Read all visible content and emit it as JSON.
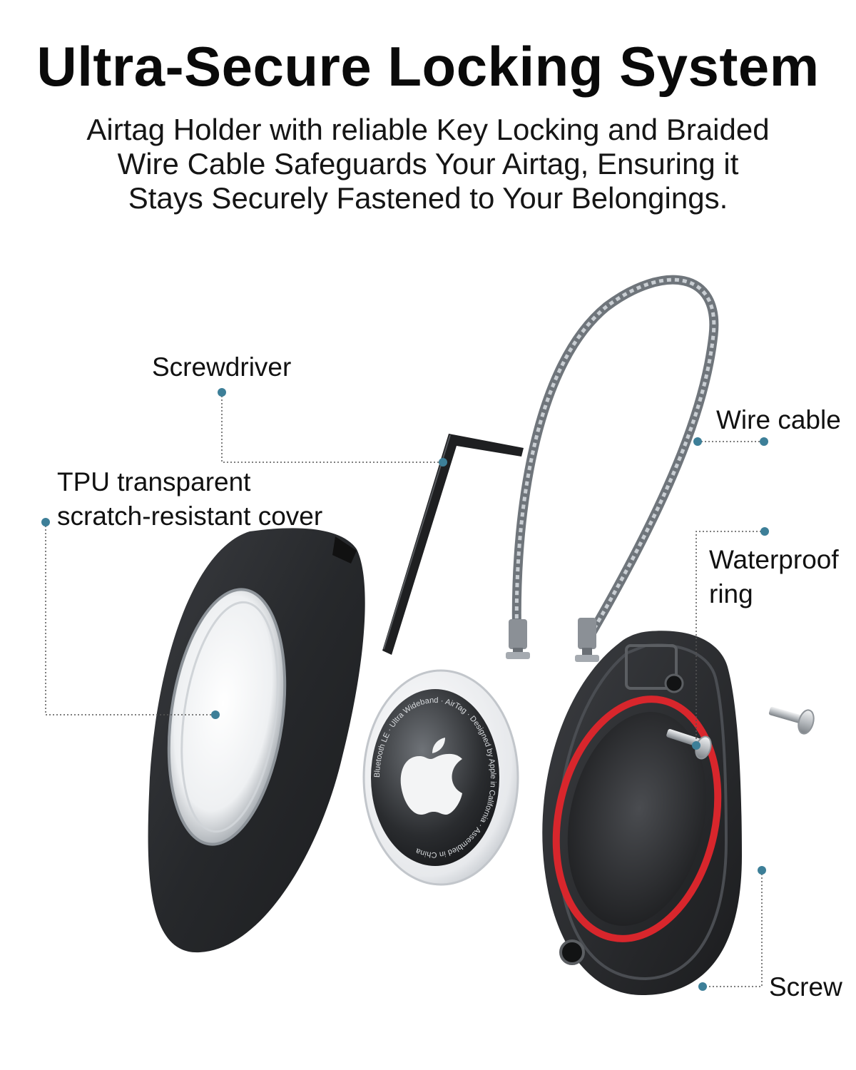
{
  "header": {
    "title": "Ultra-Secure Locking System",
    "subtitle_lines": [
      "Airtag Holder with reliable Key Locking and Braided",
      "Wire Cable Safeguards Your Airtag, Ensuring it",
      "Stays Securely Fastened to Your Belongings."
    ]
  },
  "callouts": {
    "screwdriver": "Screwdriver",
    "tpu_line1": "TPU transparent",
    "tpu_line2": "scratch-resistant cover",
    "wire_cable": "Wire cable",
    "waterproof_line1": "Waterproof",
    "waterproof_line2": "ring",
    "screw": "Screw"
  },
  "airtag": {
    "ring_text": "Bluetooth LE · Ultra Wideband · AirTag · Designed by Apple in California · Assembled in China"
  },
  "colors": {
    "callout_dot": "#3d7f98",
    "holder_dark": "#2b2d30",
    "seal_red": "#d8262c",
    "cable_grey": "#8a9096"
  }
}
